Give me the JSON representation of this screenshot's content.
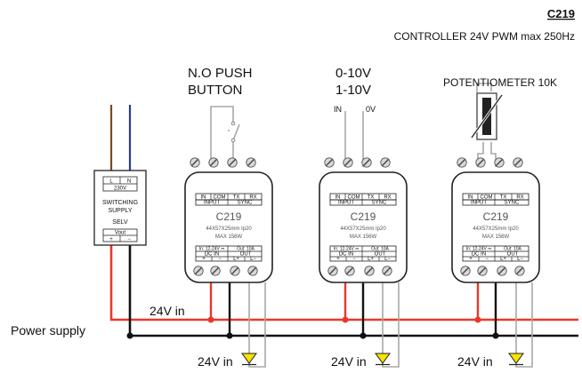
{
  "header": {
    "code": "C219",
    "subtitle": "CONTROLLER 24V PWM max 250Hz"
  },
  "supply": {
    "l": "L",
    "n": "N",
    "voltage": "230V",
    "name_line1": "SWITCHING",
    "name_line2": "SUPPLY",
    "selv": "SELV",
    "vout": "Vout",
    "plus": "+",
    "minus": "−"
  },
  "labels": {
    "push_button_line1": "N.O PUSH",
    "push_button_line2": "BUTTON",
    "analog_line1": "0-10V",
    "analog_line2": "1-10V",
    "analog_in": "IN",
    "analog_0v": "0V",
    "potentiometer": "POTENTIOMETER 10K",
    "power_supply": "Power supply",
    "bus_24v": "24V in",
    "led_24v": "24V in"
  },
  "module": {
    "model": "C219",
    "dims": "44X57X25mm Ip20",
    "max": "MAX 156W",
    "t_in": "IN",
    "t_com": "COM",
    "t_tx": "TX",
    "t_rx": "RX",
    "input": "INPUT",
    "sync": "SYNC",
    "in_spec": "In: 12-24V ⎓",
    "out_spec": "Out: 10A",
    "dc_in": "DC IN",
    "out": "OUT",
    "plus": "+",
    "minus": "−",
    "lplus": "L+",
    "lminus": "L−"
  },
  "colors": {
    "positive": "#e8382b",
    "negative": "#111111",
    "live": "#7a4a1e",
    "neutral": "#2a3c9c",
    "signal": "#a8a8a8",
    "led": "#f5e400"
  }
}
